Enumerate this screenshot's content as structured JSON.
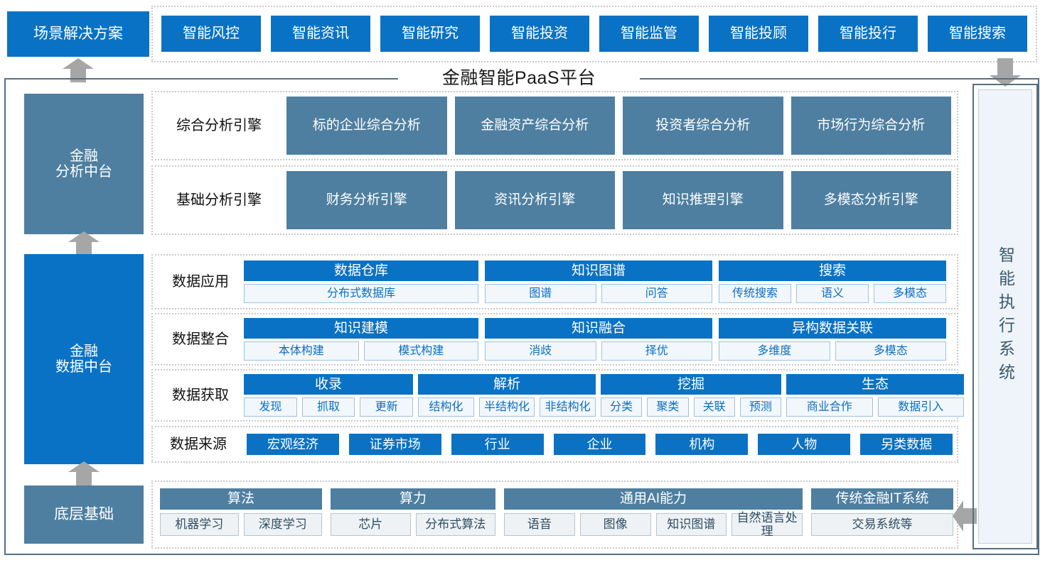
{
  "diagram": {
    "title": "金融智能PaaS平台",
    "colors": {
      "primary_blue": "#0a72c4",
      "slate_blue": "#4e7fa0",
      "arrow_gray": "#a6a6a6",
      "frame": "#55707f",
      "light_cell": "#f2f7fc",
      "exec_panel": "#eef4f9"
    }
  },
  "scenario": {
    "label": "场景解决方案",
    "items": [
      {
        "label": "智能风控"
      },
      {
        "label": "智能资讯"
      },
      {
        "label": "智能研究"
      },
      {
        "label": "智能投资"
      },
      {
        "label": "智能监管"
      },
      {
        "label": "智能投顾"
      },
      {
        "label": "智能投行"
      },
      {
        "label": "智能搜索"
      }
    ]
  },
  "analysis_platform": {
    "label": "金融\n分析中台",
    "label_line1": "金融",
    "label_line2": "分析中台",
    "rows": [
      {
        "row_label": "综合分析引擎",
        "items": [
          {
            "label": "标的企业综合分析"
          },
          {
            "label": "金融资产综合分析"
          },
          {
            "label": "投资者综合分析"
          },
          {
            "label": "市场行为综合分析"
          }
        ]
      },
      {
        "row_label": "基础分析引擎",
        "items": [
          {
            "label": "财务分析引擎"
          },
          {
            "label": "资讯分析引擎"
          },
          {
            "label": "知识推理引擎"
          },
          {
            "label": "多模态分析引擎"
          }
        ]
      }
    ]
  },
  "data_platform": {
    "label_line1": "金融",
    "label_line2": "数据中台",
    "data_application": {
      "row_label": "数据应用",
      "groups": [
        {
          "head": "数据仓库",
          "children": [
            "分布式数据库"
          ]
        },
        {
          "head": "知识图谱",
          "children": [
            "图谱",
            "问答"
          ]
        },
        {
          "head": "搜索",
          "children": [
            "传统搜索",
            "语义",
            "多模态"
          ]
        }
      ]
    },
    "data_integration": {
      "row_label": "数据整合",
      "groups": [
        {
          "head": "知识建模",
          "children": [
            "本体构建",
            "模式构建"
          ]
        },
        {
          "head": "知识融合",
          "children": [
            "消歧",
            "择优"
          ]
        },
        {
          "head": "异构数据关联",
          "children": [
            "多维度",
            "多模态"
          ]
        }
      ]
    },
    "data_acquisition": {
      "row_label": "数据获取",
      "groups": [
        {
          "head": "收录",
          "children": [
            "发现",
            "抓取",
            "更新"
          ]
        },
        {
          "head": "解析",
          "children": [
            "结构化",
            "半结构化",
            "非结构化"
          ]
        },
        {
          "head": "挖掘",
          "children": [
            "分类",
            "聚类",
            "关联",
            "预测"
          ]
        },
        {
          "head": "生态",
          "children": [
            "商业合作",
            "数据引入"
          ]
        }
      ]
    },
    "data_source": {
      "row_label": "数据来源",
      "items": [
        "宏观经济",
        "证券市场",
        "行业",
        "企业",
        "机构",
        "人物",
        "另类数据"
      ]
    }
  },
  "foundation": {
    "label": "底层基础",
    "groups": [
      {
        "head": "算法",
        "children": [
          "机器学习",
          "深度学习"
        ]
      },
      {
        "head": "算力",
        "children": [
          "芯片",
          "分布式算法"
        ]
      },
      {
        "head": "通用AI能力",
        "children": [
          "语音",
          "图像",
          "知识图谱",
          "自然语言处理"
        ]
      },
      {
        "head": "传统金融IT系统",
        "children": [
          "交易系统等"
        ]
      }
    ]
  },
  "execution_system": {
    "label": "智能执行系统"
  }
}
